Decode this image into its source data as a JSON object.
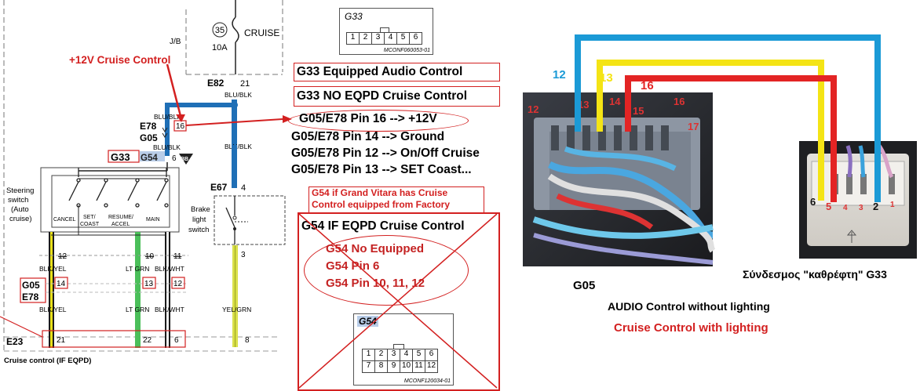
{
  "colors": {
    "accent_red": "#d32020",
    "wire_blue": "#1b9ad6",
    "wire_yellow": "#f4e415",
    "wire_red": "#e32424",
    "wire_green": "#3dbb4f"
  },
  "schematic": {
    "fuse_number": "35",
    "fuse_name": "CRUISE",
    "fuse_rating": "10A",
    "jb_label": "J/B",
    "cruise_power_note": "+12V Cruise Control",
    "e82_label": "E82",
    "e82_pin": "21",
    "wire_blu_blk": "BLU/BLK",
    "e78_label": "E78",
    "g05_label": "G05",
    "pin_16": "16",
    "g33_label": "G33",
    "g54_label": "G54",
    "g54_pin": "6",
    "bb_marker": "BB",
    "e67_label": "E67",
    "e67_pin": "4",
    "brake_switch": [
      "Brake",
      "light",
      "switch"
    ],
    "steering_switch": [
      "Steering",
      "switch",
      "(Auto",
      "cruise)"
    ],
    "sw_cancel": "CANCEL",
    "sw_set": [
      "SET/",
      "COAST"
    ],
    "sw_resume": [
      "RESUME/",
      "ACCEL"
    ],
    "sw_main": "MAIN",
    "top_pins": [
      "12",
      "10",
      "11"
    ],
    "mid_pins": [
      "14",
      "13",
      "12"
    ],
    "bottom_pins": [
      "21",
      "22",
      "6"
    ],
    "wire_labels": [
      "BLK/YEL",
      "LT GRN",
      "BLK/WHT"
    ],
    "yel_grn": "YEL/GRN",
    "brake_pin_top": "3",
    "brake_pin_bottom": "8",
    "e23_label": "E23",
    "caption": "Cruise control (IF EQPD)"
  },
  "g33_connector": {
    "label": "G33",
    "pins": [
      "1",
      "2",
      "3",
      "4",
      "5",
      "6"
    ],
    "code": "MCONF060053-01"
  },
  "g54_connector": {
    "label": "G54",
    "pins_top": [
      "1",
      "2",
      "3",
      "4",
      "5",
      "6"
    ],
    "pins_bottom": [
      "7",
      "8",
      "9",
      "10",
      "11",
      "12"
    ],
    "code": "MCONF120034-01"
  },
  "notes": {
    "g33_audio": "G33 Equipped Audio Control",
    "g33_no_cruise": "G33 NO EQPD Cruise Control",
    "pin16": "G05/E78 Pin 16 --> +12V",
    "pin14": "G05/E78 Pin 14 --> Ground",
    "pin12": "G05/E78 Pin 12 --> On/Off Cruise",
    "pin13": "G05/E78 Pin 13 --> SET Coast...",
    "g54_factory": [
      "G54 if Grand Vitara has Cruise",
      "Control equipped from Factory"
    ],
    "g54_eqpd": "G54 IF EQPD Cruise Control",
    "g54_no": "G54 No Equipped",
    "g54_pin6": "G54 Pin 6",
    "g54_pins": "G54 Pin 10, 11, 12"
  },
  "photo": {
    "wire_12": "12",
    "wire_13": "13",
    "wire_16": "16",
    "g05_pins": [
      "12",
      "13",
      "14",
      "15",
      "16",
      "17"
    ],
    "mirror_pins": [
      "6",
      "5",
      "4",
      "3",
      "2",
      "1"
    ],
    "g05_caption": "G05",
    "mirror_caption": "Σύνδεσμος \"καθρέφτη\" G33",
    "audio_caption": "AUDIO Control without lighting",
    "cruise_caption": "Cruise Control with lighting"
  }
}
